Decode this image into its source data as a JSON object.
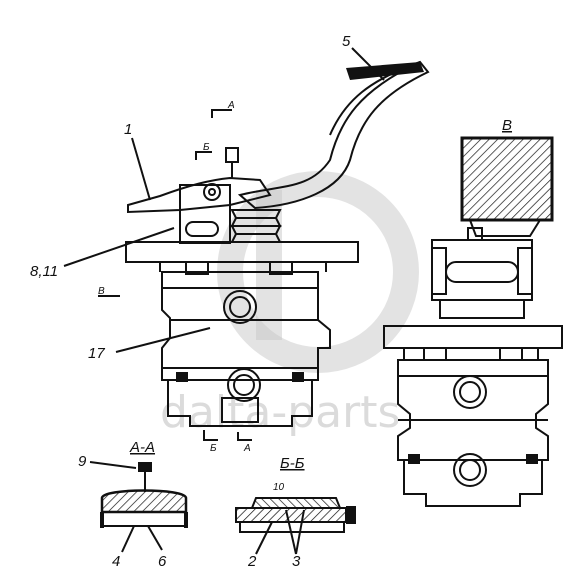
{
  "callouts": [
    "1",
    "5",
    "8,11",
    "17",
    "9",
    "4",
    "6",
    "2",
    "3"
  ],
  "section_titles": [
    "А-А",
    "Б-Б",
    "В"
  ],
  "section_marks": [
    "А",
    "Б",
    "В",
    "Б",
    "А"
  ],
  "section_bb_small_number": "10",
  "watermark": {
    "text": "dalta-parts",
    "color": "#bdbdbd"
  }
}
